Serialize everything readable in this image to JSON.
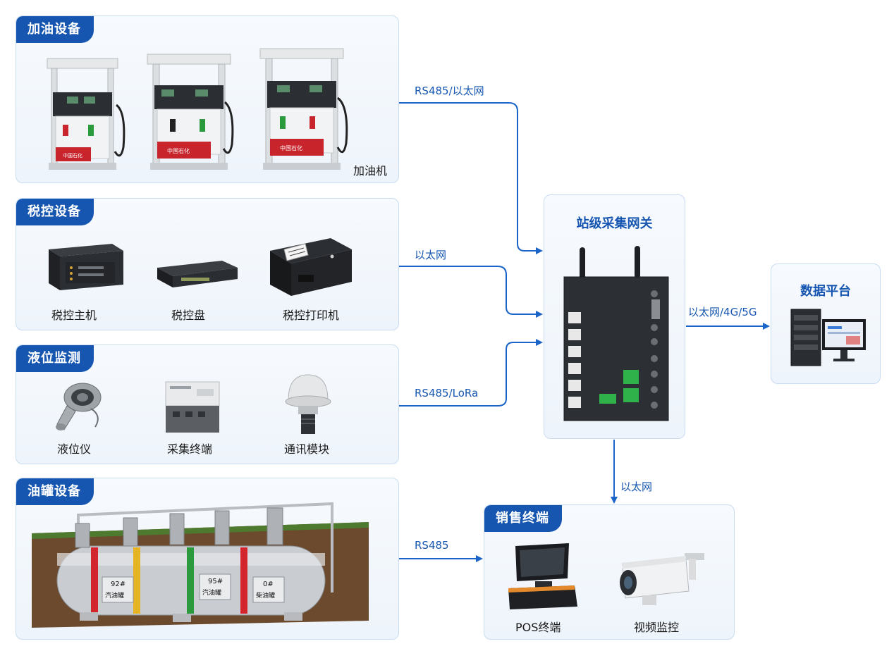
{
  "colors": {
    "accent": "#1656b0",
    "line": "#1a64c8",
    "panel_border": "#c9dcf2"
  },
  "fuel": {
    "title": "加油设备",
    "caption": "加油机",
    "dispenser_brand": "中国石化"
  },
  "tax": {
    "title": "税控设备",
    "items": [
      "税控主机",
      "税控盘",
      "税控打印机"
    ]
  },
  "level": {
    "title": "液位监测",
    "items": [
      "液位仪",
      "采集终端",
      "通讯模块"
    ]
  },
  "tank": {
    "title": "油罐设备",
    "labels": [
      {
        "grade": "92#",
        "name": "汽油罐"
      },
      {
        "grade": "95#",
        "name": "汽油罐"
      },
      {
        "grade": "0#",
        "name": "柴油罐"
      }
    ]
  },
  "gateway": {
    "title": "站级采集网关"
  },
  "platform": {
    "title": "数据平台"
  },
  "pos": {
    "title": "销售终端",
    "items": [
      "POS终端",
      "视频监控"
    ]
  },
  "links": {
    "fuel": "RS485/以太网",
    "tax": "以太网",
    "level": "RS485/LoRa",
    "platform": "以太网/4G/5G",
    "pos": "以太网",
    "tank": "RS485"
  }
}
